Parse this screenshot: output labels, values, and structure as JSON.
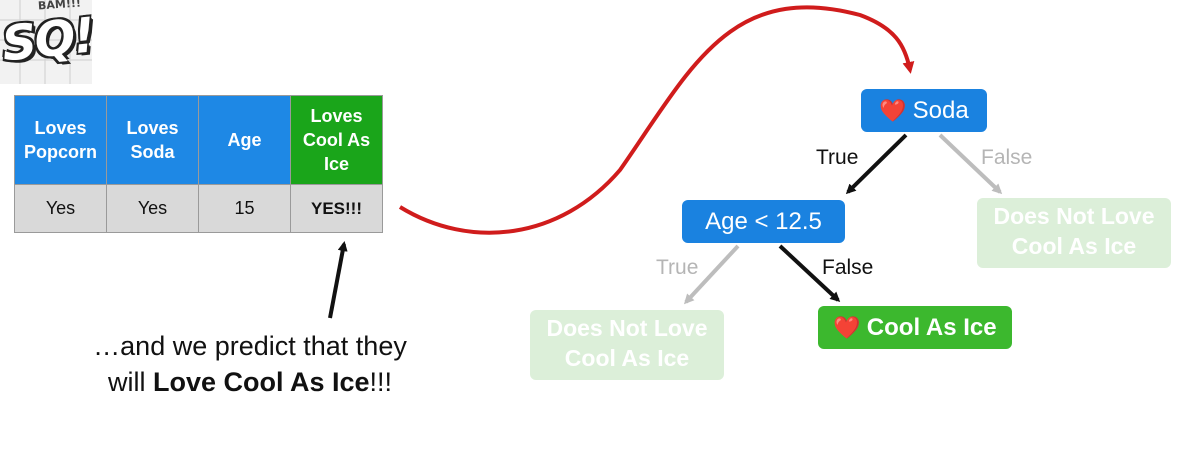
{
  "logo": {
    "main": "SQ!",
    "burst": "BAM!!!"
  },
  "table": {
    "headers": [
      "Loves Popcorn",
      "Loves Soda",
      "Age",
      "Loves Cool As Ice"
    ],
    "row": [
      "Yes",
      "Yes",
      "15",
      "YES!!!"
    ]
  },
  "caption": {
    "prefix": "…and we predict that they will ",
    "bold": "Love Cool As Ice",
    "suffix": "!!!"
  },
  "tree": {
    "root": {
      "heart": "❤️",
      "label": "Soda"
    },
    "age_node": {
      "label": "Age < 12.5"
    },
    "leaf_right": {
      "label": "Does Not Love Cool As Ice"
    },
    "leaf_left": {
      "label": "Does Not Love Cool As Ice"
    },
    "leaf_cool": {
      "heart": "❤️",
      "label": "Cool As Ice"
    },
    "edges": {
      "root_true": "True",
      "root_false": "False",
      "age_true": "True",
      "age_false": "False"
    }
  },
  "colors": {
    "node_blue": "#1a82e0",
    "leaf_green": "#3cb82e",
    "faded_green": "#dcefd9",
    "arrow_red": "#d01c1c"
  }
}
